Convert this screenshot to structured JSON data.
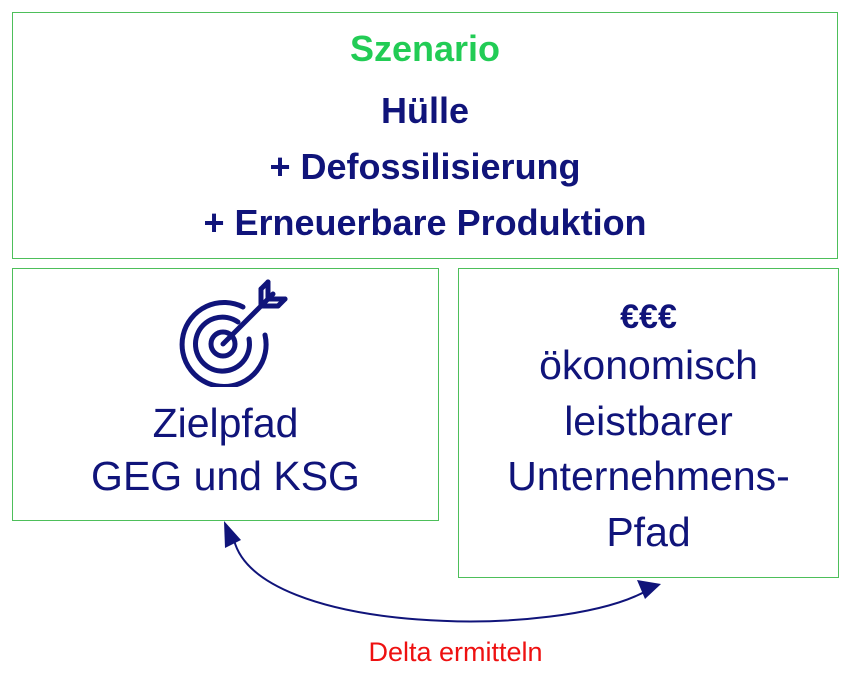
{
  "colors": {
    "green": "#22cc55",
    "navy": "#10147a",
    "red": "#ee1111",
    "border": "#4dbf5a"
  },
  "scenario": {
    "title": "Szenario",
    "line1": "Hülle",
    "line2": "+ Defossilisierung",
    "line3": "+ Erneuerbare Produktion"
  },
  "target_box": {
    "icon": "target-icon",
    "line1": "Zielpfad",
    "line2": "GEG und KSG"
  },
  "economic_box": {
    "symbol": "€€€",
    "line1": "ökonomisch",
    "line2": "leistbarer",
    "line3": "Unternehmens-",
    "line4": "Pfad"
  },
  "delta": {
    "label": "Delta ermitteln"
  }
}
